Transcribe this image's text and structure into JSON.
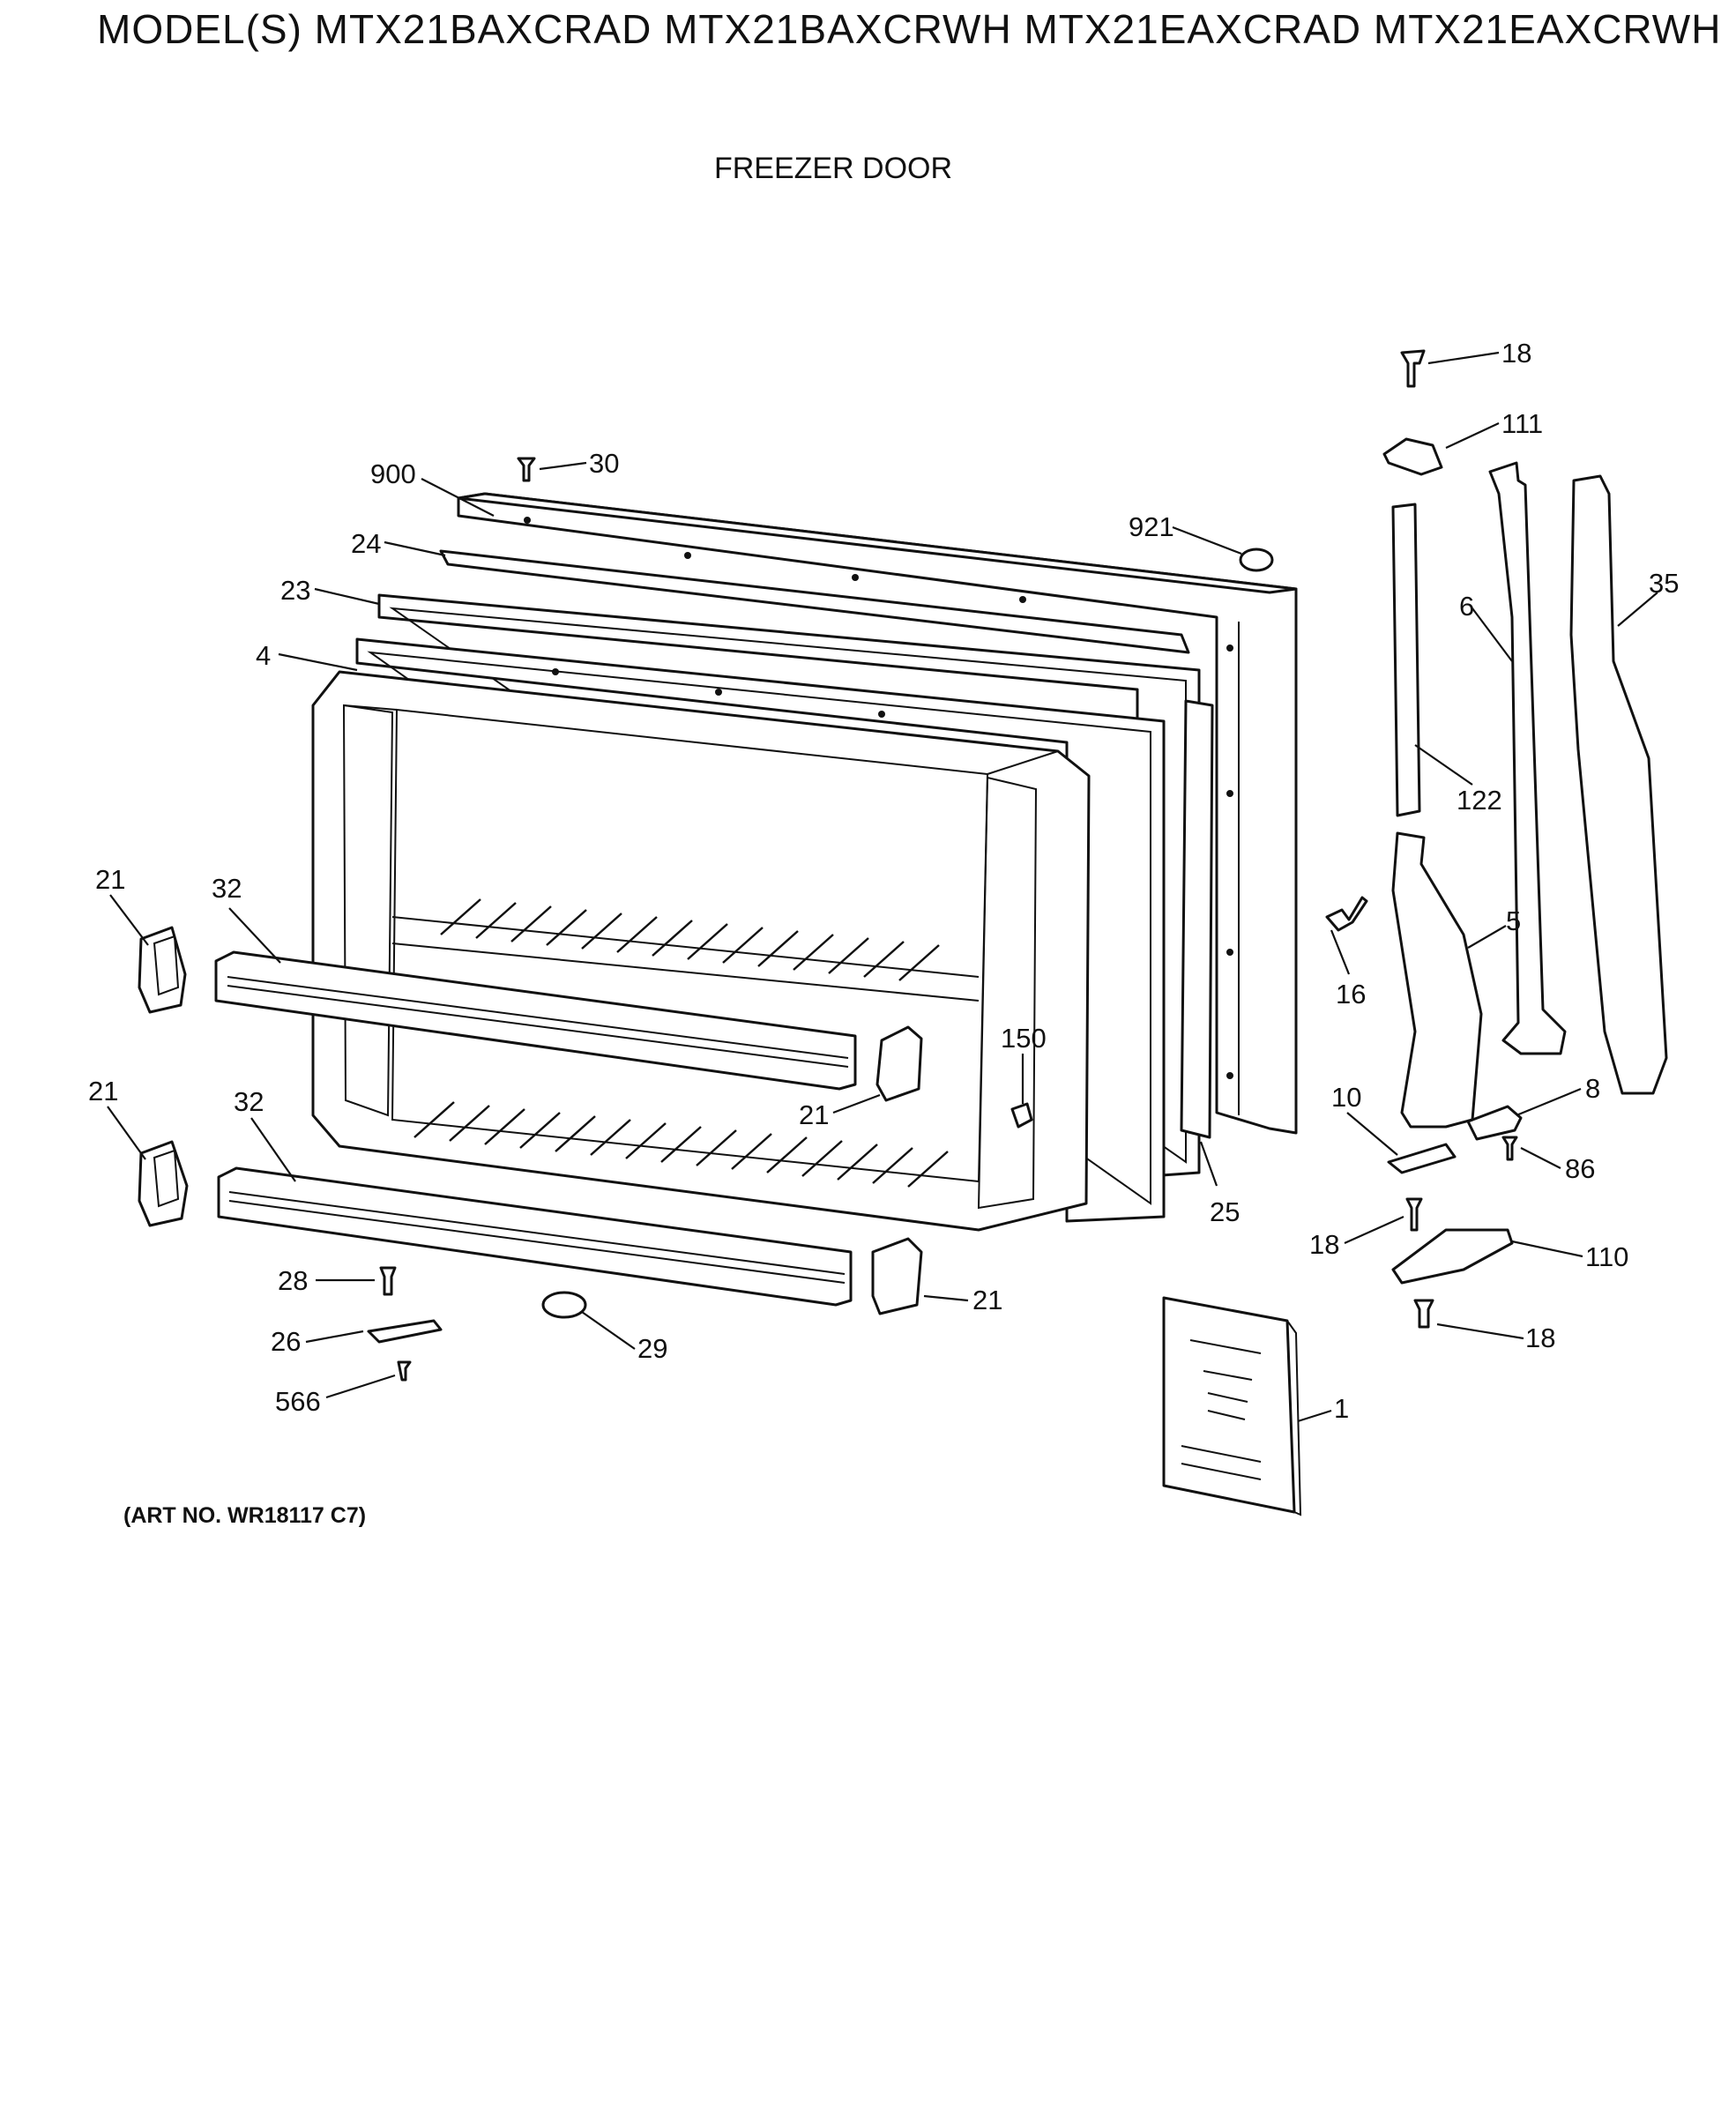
{
  "header": {
    "title": "MODEL(S) MTX21BAXCRAD  MTX21BAXCRWH  MTX21EAXCRAD  MTX21EAXCRWH",
    "subtitle": "FREEZER DOOR"
  },
  "footer": {
    "art_no": "(ART NO. WR18117 C7)"
  },
  "callouts": {
    "c18a": "18",
    "c111": "111",
    "c30": "30",
    "c900": "900",
    "c921": "921",
    "c24": "24",
    "c23": "23",
    "c4": "4",
    "c35": "35",
    "c6": "6",
    "c122": "122",
    "c21a": "21",
    "c32a": "32",
    "c5": "5",
    "c16": "16",
    "c150": "150",
    "c21b": "21",
    "c32b": "32",
    "c21c": "21",
    "c8": "8",
    "c10": "10",
    "c86": "86",
    "c25": "25",
    "c18b": "18",
    "c110": "110",
    "c28": "28",
    "c21d": "21",
    "c26": "26",
    "c29": "29",
    "c18c": "18",
    "c566": "566",
    "c1": "1"
  }
}
